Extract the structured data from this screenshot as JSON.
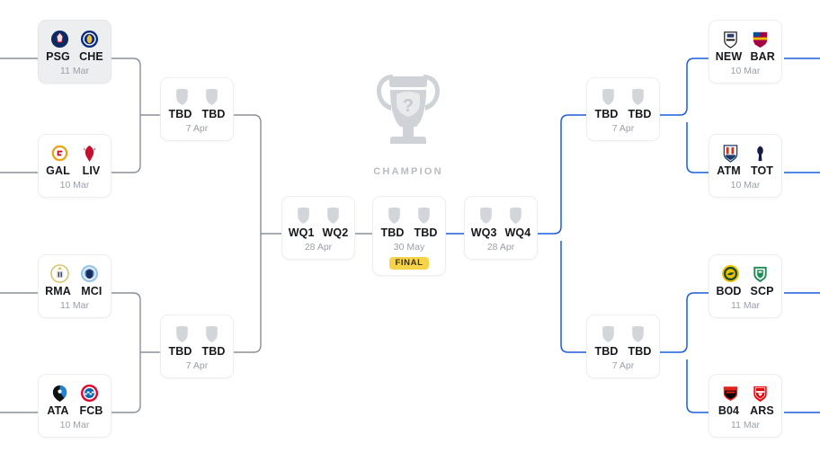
{
  "meta": {
    "champion_label": "CHAMPION",
    "trophy_icon": "ucl-trophy-icon",
    "placeholder_crest_icon": "generic-shield-icon",
    "colors": {
      "connector_gray": "#8a8f98",
      "connector_blue": "#1a5fd8",
      "card_border": "#eceef1",
      "card_highlight_bg": "#eceef0",
      "badge_bg": "#f6d44a",
      "team_text": "#16181d",
      "date_text": "#9aa0a8"
    }
  },
  "rounds": {
    "round_of_16_left": [
      {
        "id": "r16-l1",
        "home": "PSG",
        "away": "CHE",
        "home_crest": "psg-crest-icon",
        "away_crest": "chelsea-crest-icon",
        "date": "11 Mar",
        "highlight": true
      },
      {
        "id": "r16-l2",
        "home": "GAL",
        "away": "LIV",
        "home_crest": "galatasaray-crest-icon",
        "away_crest": "liverpool-crest-icon",
        "date": "10 Mar",
        "highlight": false
      },
      {
        "id": "r16-l3",
        "home": "RMA",
        "away": "MCI",
        "home_crest": "real-madrid-crest-icon",
        "away_crest": "man-city-crest-icon",
        "date": "11 Mar",
        "highlight": false
      },
      {
        "id": "r16-l4",
        "home": "ATA",
        "away": "FCB",
        "home_crest": "atalanta-crest-icon",
        "away_crest": "bayern-crest-icon",
        "date": "10 Mar",
        "highlight": false
      }
    ],
    "round_of_16_right": [
      {
        "id": "r16-r1",
        "home": "NEW",
        "away": "BAR",
        "home_crest": "newcastle-crest-icon",
        "away_crest": "barcelona-crest-icon",
        "date": "10 Mar",
        "highlight": false
      },
      {
        "id": "r16-r2",
        "home": "ATM",
        "away": "TOT",
        "home_crest": "atletico-crest-icon",
        "away_crest": "tottenham-crest-icon",
        "date": "10 Mar",
        "highlight": false
      },
      {
        "id": "r16-r3",
        "home": "BOD",
        "away": "SCP",
        "home_crest": "bodo-glimt-crest-icon",
        "away_crest": "sporting-crest-icon",
        "date": "11 Mar",
        "highlight": false
      },
      {
        "id": "r16-r4",
        "home": "B04",
        "away": "ARS",
        "home_crest": "leverkusen-crest-icon",
        "away_crest": "arsenal-crest-icon",
        "date": "11 Mar",
        "highlight": false
      }
    ],
    "quarter_finals_left": [
      {
        "id": "qf-l1",
        "home": "TBD",
        "away": "TBD",
        "date": "7 Apr"
      },
      {
        "id": "qf-l2",
        "home": "TBD",
        "away": "TBD",
        "date": "7 Apr"
      }
    ],
    "quarter_finals_right": [
      {
        "id": "qf-r1",
        "home": "TBD",
        "away": "TBD",
        "date": "7 Apr"
      },
      {
        "id": "qf-r2",
        "home": "TBD",
        "away": "TBD",
        "date": "7 Apr"
      }
    ],
    "semi_finals": [
      {
        "id": "sf-left",
        "home": "WQ1",
        "away": "WQ2",
        "date": "28 Apr"
      },
      {
        "id": "sf-right",
        "home": "WQ3",
        "away": "WQ4",
        "date": "28 Apr"
      }
    ],
    "final": {
      "id": "final",
      "home": "TBD",
      "away": "TBD",
      "date": "30 May",
      "badge": "FINAL"
    }
  }
}
